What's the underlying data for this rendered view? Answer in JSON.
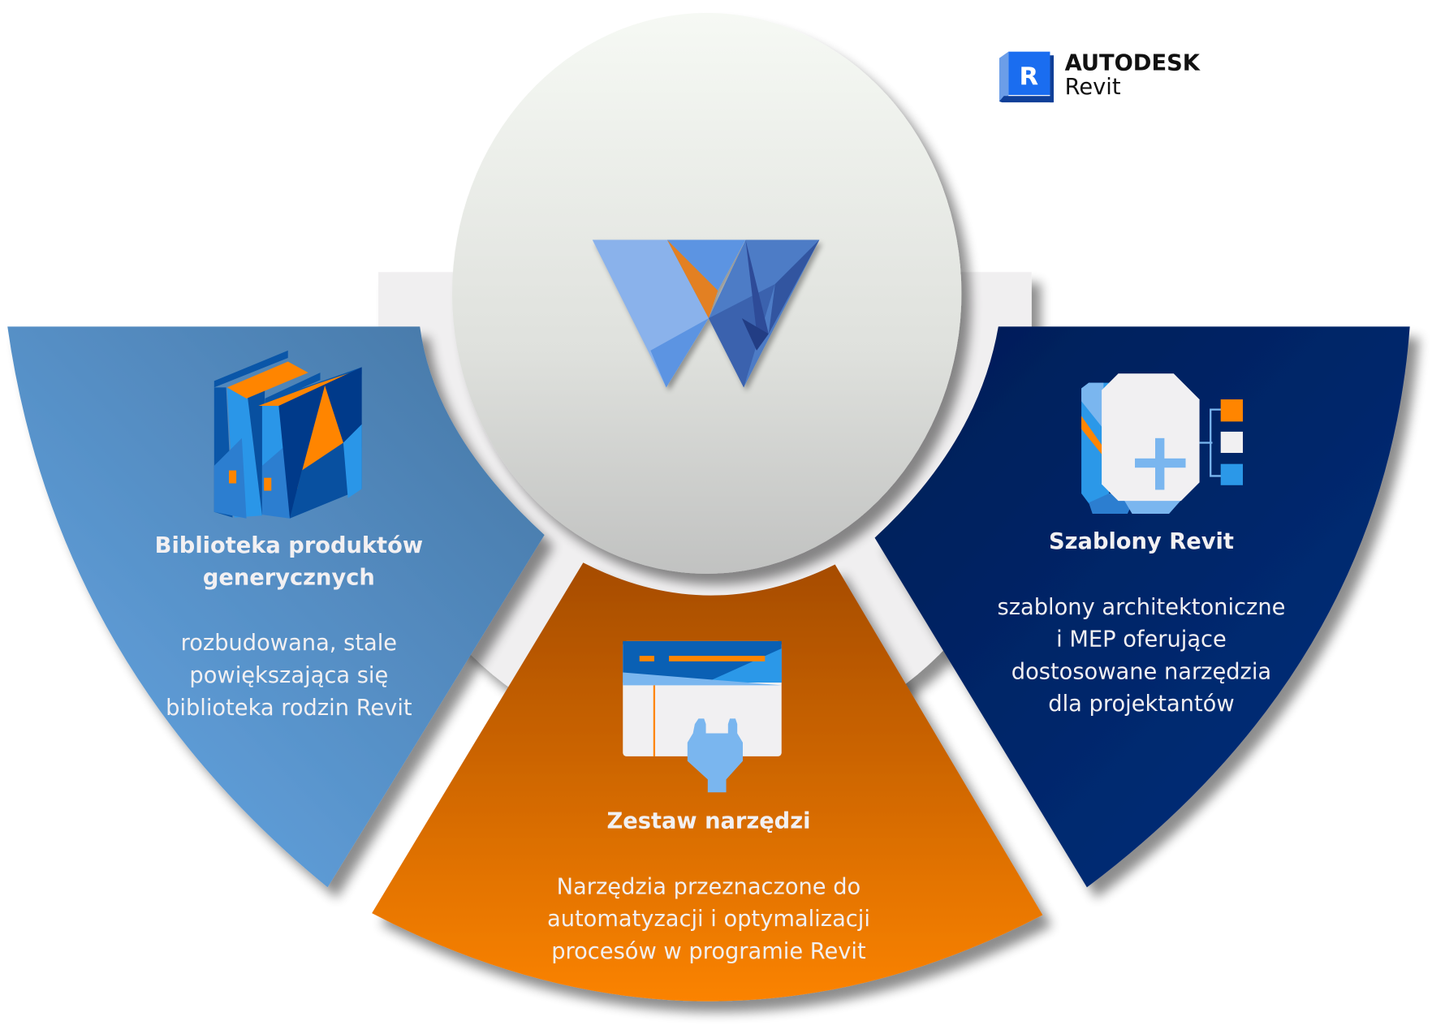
{
  "brand": {
    "logo_letter": "R",
    "line1": "AUTODESK",
    "line2": "Revit"
  },
  "center": {
    "logo": "w-logo-icon"
  },
  "segments": [
    {
      "id": "library",
      "icon": "books-icon",
      "title_lines": [
        "Biblioteka produktów",
        "generycznych"
      ],
      "body_lines": [
        "rozbudowana, stale",
        "powiększająca się",
        "biblioteka rodzin Revit"
      ],
      "color_top": "#4878a6",
      "color_bottom": "#64a8e6"
    },
    {
      "id": "toolkit",
      "icon": "plugin-window-icon",
      "title_lines": [
        "Zestaw narzędzi"
      ],
      "body_lines": [
        "Narzędzia przeznaczone do",
        "automatyzacji i optymalizacji",
        "procesów w programie Revit"
      ],
      "color_top": "#a64c00",
      "color_bottom": "#fa8200"
    },
    {
      "id": "templates",
      "icon": "template-add-icon",
      "title_lines": [
        "Szablony Revit"
      ],
      "body_lines": [
        "szablony architektoniczne",
        "i MEP oferujące",
        "dostosowane narzędzia",
        "dla projektantów"
      ],
      "color_top": "#001e5a",
      "color_bottom": "#003080"
    }
  ]
}
